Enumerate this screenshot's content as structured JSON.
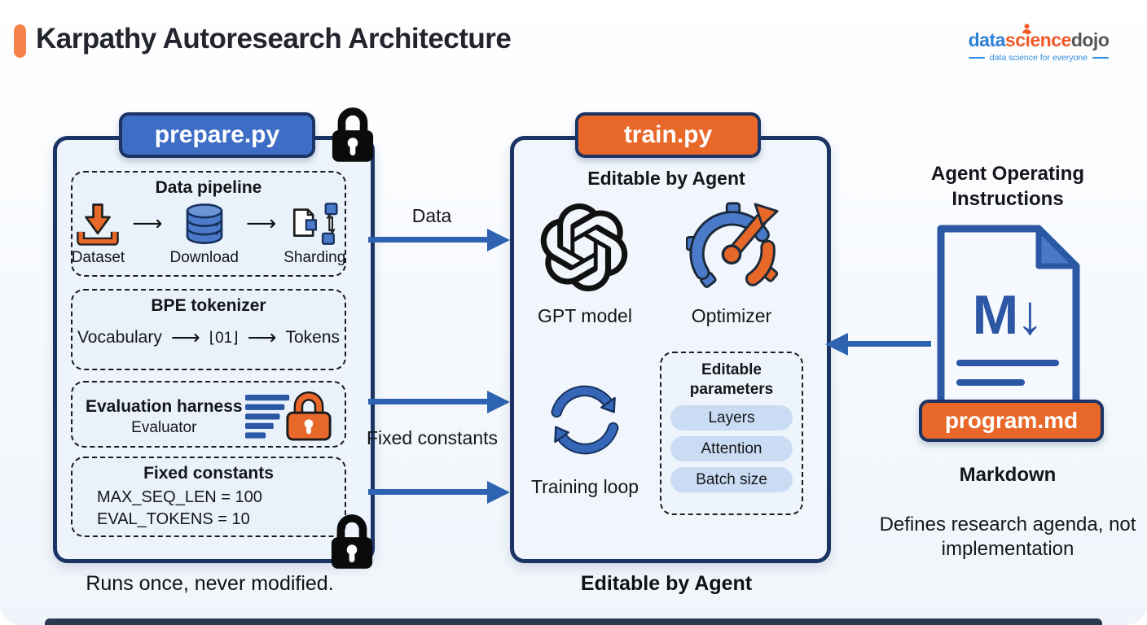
{
  "header": {
    "title": "Karpathy Autoresearch Architecture",
    "logo": {
      "part1": "data",
      "part2": "science",
      "part3": "dojo",
      "tagline": "data science for everyone"
    }
  },
  "prepare": {
    "title": "prepare.py",
    "caption": "Runs once, never modified.",
    "data_pipeline": {
      "title": "Data pipeline",
      "items": [
        {
          "label": "Dataset",
          "icon": "download-icon"
        },
        {
          "label": "Download",
          "icon": "database-icon"
        },
        {
          "label": "Sharding",
          "icon": "sharding-icon"
        }
      ]
    },
    "bpe": {
      "title": "BPE tokenizer",
      "flow": [
        "Vocabulary",
        "⌊01⌋",
        "Tokens"
      ]
    },
    "eval": {
      "title": "Evaluation harness",
      "subtitle": "Evaluator"
    },
    "constants": {
      "title": "Fixed constants",
      "lines": [
        "MAX_SEQ_LEN = 100",
        "EVAL_TOKENS = 10"
      ]
    }
  },
  "arrows": {
    "data_label": "Data",
    "fixed_label": "Fixed constants"
  },
  "train": {
    "title": "train.py",
    "subtitle": "Editable by Agent",
    "caption": "Editable by Agent",
    "gpt_label": "GPT model",
    "optimizer_label": "Optimizer",
    "loop_label": "Training loop",
    "params": {
      "title": "Editable parameters",
      "pills": [
        "Layers",
        "Attention",
        "Batch size"
      ]
    }
  },
  "agent": {
    "heading": "Agent Operating Instructions",
    "md_glyph": "M↓",
    "file_label": "program.md",
    "format": "Markdown",
    "description": "Defines research agenda, not implementation"
  },
  "colors": {
    "navy_border": "#1c3465",
    "blue_header": "#3e6dc5",
    "orange": "#e8682a",
    "arrow_blue": "#2d63b0",
    "icon_blue": "#4a7ac9",
    "pill_blue": "#c9dcf3",
    "accent_orange_bar": "#f6834b",
    "doc_blue": "#2b57a5"
  }
}
